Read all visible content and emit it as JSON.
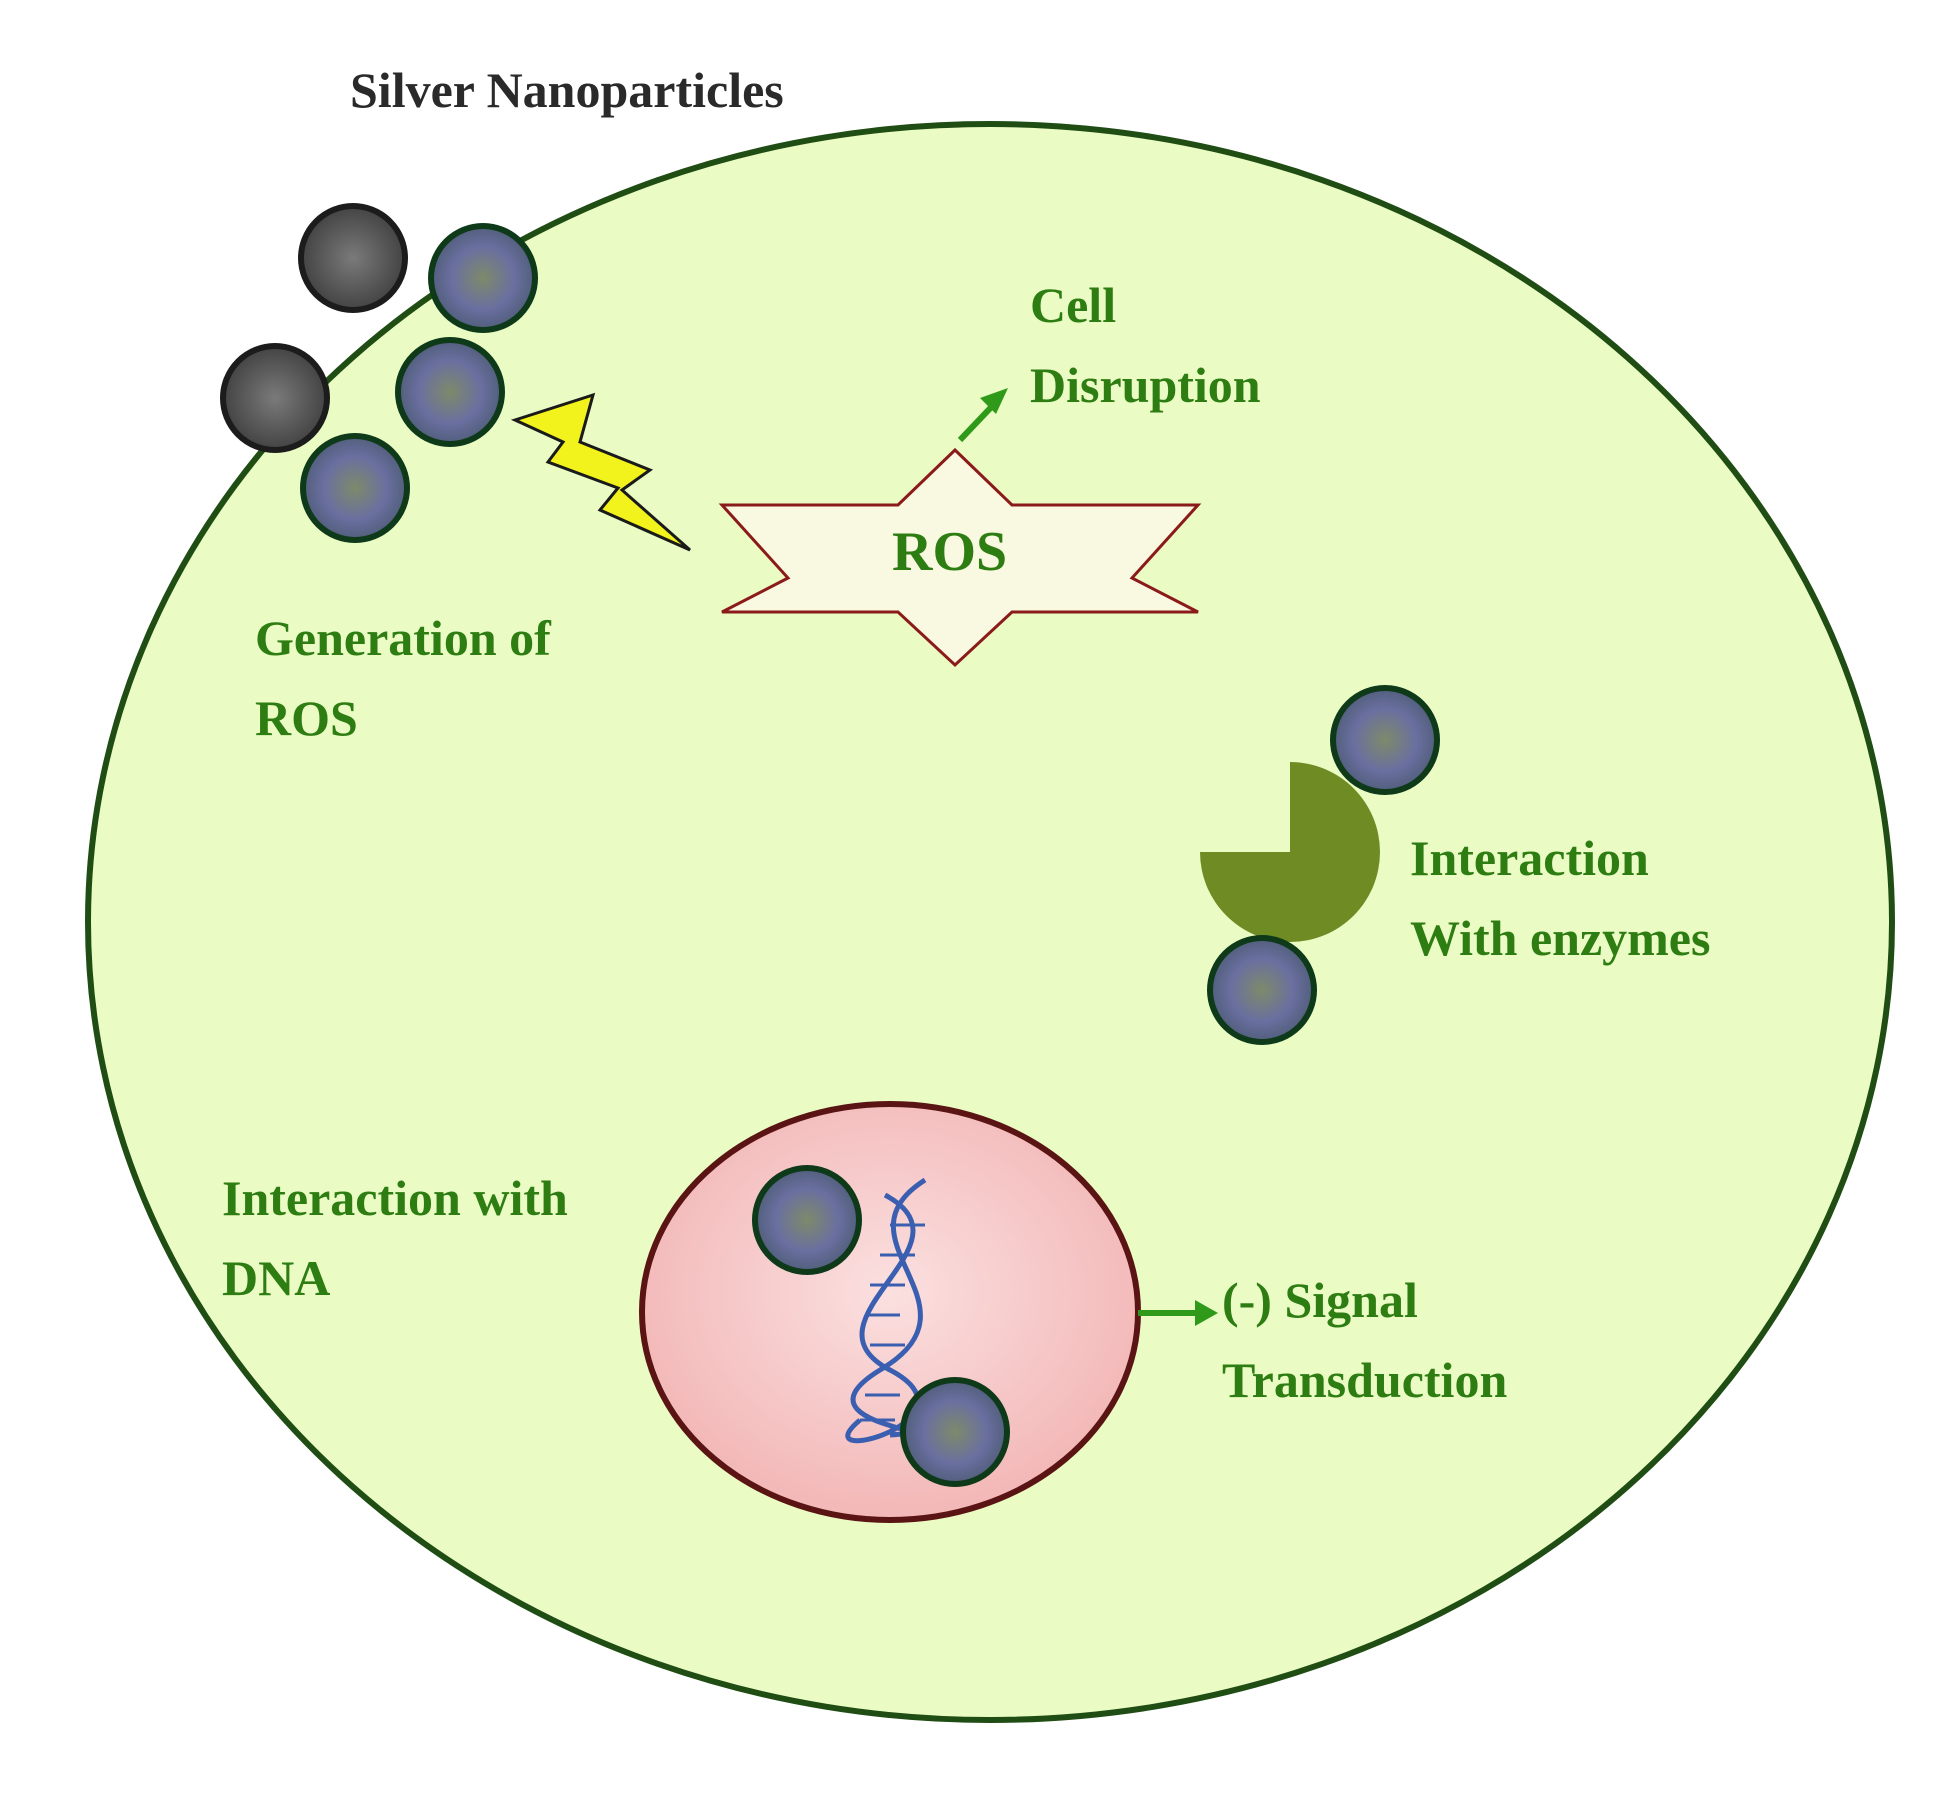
{
  "colors": {
    "cell_fill": "#eafcc4",
    "cell_border": "#1f4d14",
    "label_green": "#2e7d12",
    "title_dark": "#2a2a2a",
    "ros_star_fill": "#f8f9e0",
    "ros_star_border": "#8b1a1a",
    "nucleus_fill": "#f7c5c5",
    "nucleus_border": "#5a1414",
    "enzyme_fill": "#6f8c24",
    "lightning_fill": "#f2f21c",
    "arrow_green": "#2f9a1a",
    "nanoparticle_fill": "#6b7a8e",
    "nanoparticle_border": "#0e3a1a",
    "dna_strand": "#3b5fb0"
  },
  "icons": [
    "nanoparticle-icon",
    "lightning-bolt-icon",
    "ros-star-icon",
    "enzyme-icon",
    "dna-helix-icon",
    "arrow-icon"
  ],
  "labels": {
    "title": "Silver Nanoparticles",
    "cell_disruption": [
      "Cell",
      "Disruption"
    ],
    "ros": "ROS",
    "generation_of_ros": [
      "Generation of",
      "ROS"
    ],
    "interaction_enzymes": [
      "Interaction",
      "With enzymes"
    ],
    "interaction_dna": [
      "Interaction with",
      "DNA"
    ],
    "signal_transduction": [
      "(-) Signal",
      "Transduction"
    ]
  }
}
